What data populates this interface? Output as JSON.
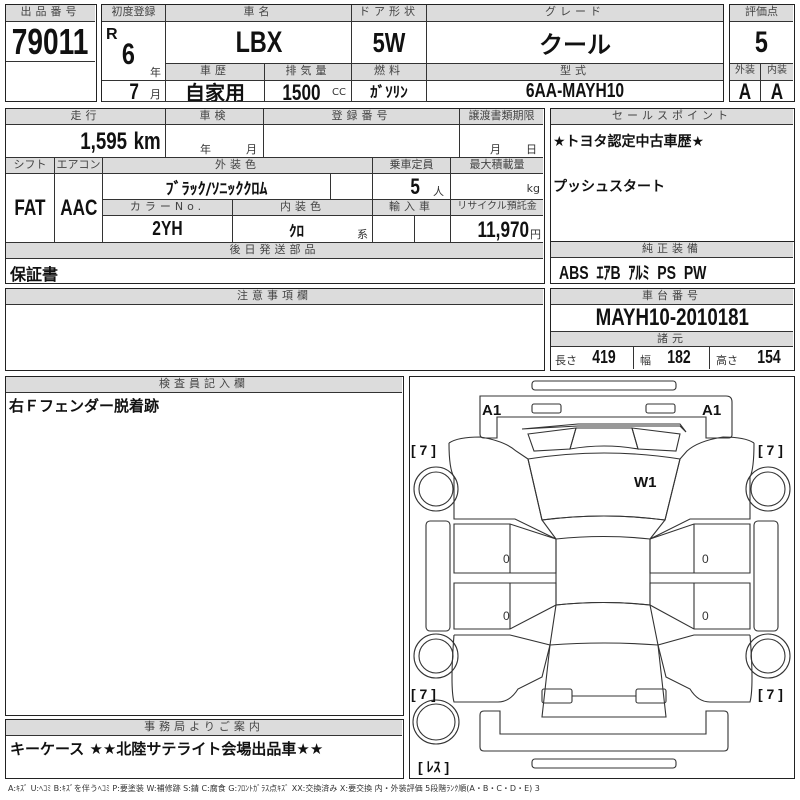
{
  "lot": {
    "label": "出品番号",
    "value": "79011"
  },
  "first_registration": {
    "label": "初度登録",
    "era": "R",
    "year": "6",
    "year_unit": "年",
    "month": "7",
    "month_unit": "月"
  },
  "car_name": {
    "label": "車名",
    "value": "LBX"
  },
  "door": {
    "label": "ドア形状",
    "value": "5W"
  },
  "grade": {
    "label": "グレード",
    "value": "クール"
  },
  "score": {
    "label": "評価点",
    "value": "5",
    "exterior_label": "外装",
    "interior_label": "内装",
    "exterior": "A",
    "interior": "A"
  },
  "history": {
    "label": "車歴",
    "value": "自家用"
  },
  "displacement": {
    "label": "排気量",
    "value": "1500",
    "unit": "CC"
  },
  "fuel": {
    "label": "燃料",
    "value": "ｶﾞｿﾘﾝ"
  },
  "model_code": {
    "label": "型式",
    "value": "6AA-MAYH10"
  },
  "mileage": {
    "label": "走行",
    "value": "1,595",
    "unit": "km"
  },
  "inspection": {
    "label": "車検",
    "year_unit": "年",
    "month_unit": "月"
  },
  "registration_no": {
    "label": "登録番号",
    "value": ""
  },
  "transfer_deadline": {
    "label": "譲渡書類期限",
    "month_unit": "月",
    "day_unit": "日"
  },
  "shift": {
    "label": "シフト",
    "value": "FAT"
  },
  "aircon": {
    "label": "エアコン",
    "value": "AAC"
  },
  "exterior_color": {
    "label": "外装色",
    "value": "ﾌﾞﾗｯｸ/ｿﾆｯｸｸﾛﾑ"
  },
  "color_no": {
    "label": "カラーNo.",
    "value": "2YH"
  },
  "interior_color": {
    "label": "内装色",
    "value": "ｸﾛ",
    "unit": "系"
  },
  "capacity": {
    "label": "乗車定員",
    "value": "5",
    "unit": "人"
  },
  "max_load": {
    "label": "最大積載量",
    "value": "",
    "unit": "kg"
  },
  "imported": {
    "label": "輸入車",
    "value": ""
  },
  "recycle": {
    "label": "リサイクル預託金",
    "value": "11,970",
    "unit": "円"
  },
  "sales_points": {
    "label": "セールスポイント",
    "lines": [
      "★トヨタ認定中古車歴★",
      "プッシュスタート"
    ]
  },
  "later_parts": {
    "label": "後日発送部品",
    "value": "保証書"
  },
  "genuine_equipment": {
    "label": "純正装備",
    "value": "ABS  ｴｱB  ｱﾙﾐ  PS  PW"
  },
  "notes": {
    "label": "注意事項欄",
    "value": ""
  },
  "chassis_no": {
    "label": "車台番号",
    "value": "MAYH10-2010181"
  },
  "dimensions": {
    "label": "諸元",
    "length_label": "長さ",
    "length": "419",
    "width_label": "幅",
    "width": "182",
    "height_label": "高さ",
    "height": "154"
  },
  "inspector": {
    "label": "検査員記入欄",
    "value": "右Ｆフェンダー脱着跡"
  },
  "office": {
    "label": "事務局よりご案内",
    "value": "キーケース ★★北陸サテライト会場出品車★★"
  },
  "diagram": {
    "marks": {
      "front_left": "A1",
      "front_right": "A1",
      "windshield": "W1"
    },
    "tires": {
      "fl": "[ 7 ]",
      "fr": "[ 7 ]",
      "rl": "[ 7 ]",
      "rr": "[ 7 ]",
      "spare": "[ ﾚｽ ]"
    },
    "door_marks": [
      "0",
      "0",
      "0",
      "0"
    ]
  },
  "legend": "A:ｷｽﾞ U:ﾍｺﾐ B:ｷｽﾞを伴うﾍｺﾐ P:要塗装 W:補修跡 S:錆 C:腐食 G:ﾌﾛﾝﾄｶﾞﾗｽ点ｷｽﾞ XX:交換済み X:要交換  内・外装評価  5段階ﾗﾝｸ順(A・B・C・D・E) 3"
}
